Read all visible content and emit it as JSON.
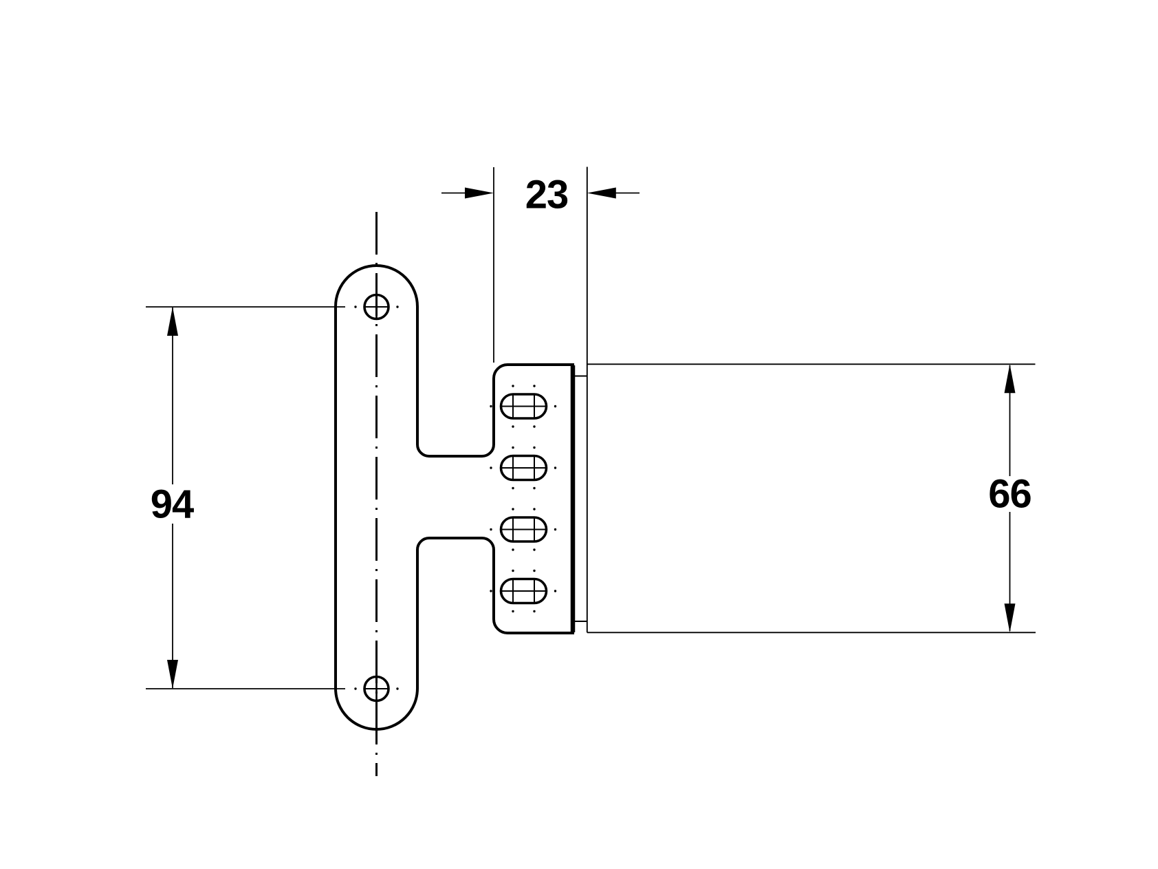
{
  "drawing": {
    "colors": {
      "line": "#000000",
      "background": "#ffffff"
    },
    "dimension_labels": {
      "flange_width": "23",
      "hole_spacing": "94",
      "body_height": "66"
    }
  }
}
